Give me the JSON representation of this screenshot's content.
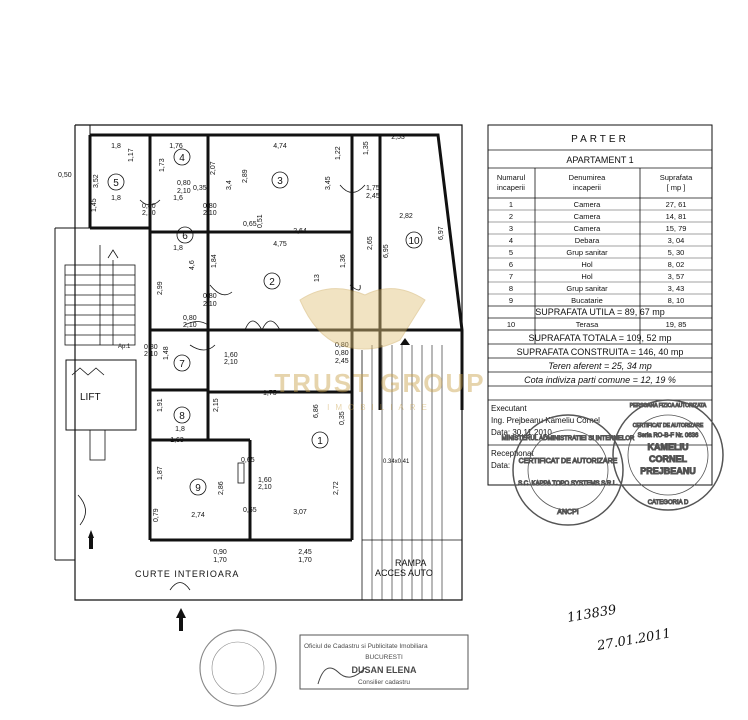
{
  "table": {
    "floor": "PARTER",
    "apartment": "APARTAMENT 1",
    "headers": [
      "Numarul incaperii",
      "Denumirea incaperii",
      "Suprafata [ mp ]"
    ],
    "header_lines": [
      [
        "Numarul",
        "incaperii"
      ],
      [
        "Denumirea",
        "incaperii"
      ],
      [
        "Suprafata",
        "[ mp ]"
      ]
    ],
    "rows": [
      {
        "nr": "1",
        "name": "Camera",
        "area": "27, 61"
      },
      {
        "nr": "2",
        "name": "Camera",
        "area": "14, 81"
      },
      {
        "nr": "3",
        "name": "Camera",
        "area": "15, 79"
      },
      {
        "nr": "4",
        "name": "Debara",
        "area": "3, 04"
      },
      {
        "nr": "5",
        "name": "Grup sanitar",
        "area": "5, 30"
      },
      {
        "nr": "6",
        "name": "Hol",
        "area": "8, 02"
      },
      {
        "nr": "7",
        "name": "Hol",
        "area": "3, 57"
      },
      {
        "nr": "8",
        "name": "Grup sanitar",
        "area": "3, 43"
      },
      {
        "nr": "9",
        "name": "Bucatarie",
        "area": "8, 10"
      }
    ],
    "suprafata_utila": "SUPRAFATA UTILA = 89, 67 mp",
    "terasa": {
      "nr": "10",
      "name": "Terasa",
      "area": "19, 85"
    },
    "suprafata_totala": "SUPRAFATA TOTALA = 109, 52 mp",
    "suprafata_construita": "SUPRAFATA CONSTRUITA = 146, 40 mp",
    "teren_aferent": "Teren aferent = 25, 34 mp",
    "cota_indiviza": "Cota indiviza parti comune = 12, 19 %",
    "executant_label": "Executant",
    "executant_name": "Ing. Prejbeanu Kameliu Cornel",
    "data": "Data: 30.11.2010",
    "receptionat": "Receptionat",
    "receptionat_data": "Data:"
  },
  "plan": {
    "rooms": [
      "1",
      "2",
      "3",
      "4",
      "5",
      "6",
      "7",
      "8",
      "9",
      "10"
    ],
    "lift": "LIFT",
    "curte": "CURTE INTERIOARA",
    "rampa": "RAMPA",
    "acces_auto": "ACCES AUTO",
    "ap": "Ap.1",
    "pipe": "0.34x0.41",
    "dims": {
      "d_1_8_top": "1,8",
      "d_1_76": "1,76",
      "d_4_74": "4,74",
      "d_2_53": "2,53",
      "d_1_22": "1,22",
      "d_1_35": "1,35",
      "d_3_52": "3,52",
      "d_1_73": "1,73",
      "d_1_17": "1,17",
      "d_2_07": "2,07",
      "d_3_4": "3,4",
      "d_2_89": "2,89",
      "d_3_45": "3,45",
      "d_1_75a": "1,75",
      "d_2_45a": "2,45",
      "d_0_80a": "0,80",
      "d_2_10a": "2,10",
      "d_0_35": "0,35",
      "d_1_45": "1,45",
      "d_0_50": "0,50",
      "d_1_8b": "1,8",
      "d_1_6": "1,6",
      "d_0_80b": "0,80",
      "d_2_10b": "2,10",
      "d_0_80c": "0,80",
      "d_2_10c": "2,10",
      "d_0_65": "0,65",
      "d_0_51": "0,51",
      "d_2_64": "2,64",
      "d_2_82": "2,82",
      "d_2_65": "2,65",
      "d_6_95": "6,95",
      "d_6_97": "6,97",
      "d_4_75": "4,75",
      "d_1_8c": "1,8",
      "d_4_6": "4,6",
      "d_1_84": "1,84",
      "d_1_36": "1,36",
      "d_13": "13",
      "d_2_99": "2,99",
      "d_0_80d": "0,80",
      "d_2_10d": "2,10",
      "d_0_80e": "0,80",
      "d_2_10e": "2,10",
      "d_1_60a": "1,60",
      "d_2_10f": "2,10",
      "d_1_48": "1,48",
      "d_0_80f": "0,80",
      "d_2_10g": "2,10",
      "d_0_80g": "0,80",
      "d_2_45b": "2,45",
      "d_0_80h": "0,80",
      "d_1_75b": "1,75",
      "d_1_91": "1,91",
      "d_2_15": "2,15",
      "d_6_86": "6,86",
      "d_1_8d": "1,8",
      "d_1_63": "1,63",
      "d_0_35b": "0,35",
      "d_0_65b": "0,65",
      "d_1_87": "1,87",
      "d_2_86": "2,86",
      "d_1_60b": "1,60",
      "d_2_10h": "2,10",
      "d_2_72": "2,72",
      "d_0_79": "0,79",
      "d_2_74": "2,74",
      "d_0_65c": "0,65",
      "d_3_07": "3,07",
      "d_0_90": "0,90",
      "d_1_70a": "1,70",
      "d_2_45c": "2,45",
      "d_1_70b": "1,70"
    }
  },
  "watermark": {
    "brand": "TRUST GROUP",
    "sub": "IMOBILIARE"
  },
  "handwriting": {
    "line1": "113839",
    "line2": "27.01.2011"
  },
  "stamps": {
    "round1": [
      "MINISTERUL ADMINISTRATIEI SI INTERNELOR",
      "CERTIFICAT DE AUTORIZARE",
      "S.C. KAPPA TOPO SYSTEMS S.R.L.",
      "ANCPI"
    ],
    "round2": [
      "PERSOANA FIZICA AUTORIZATA",
      "CERTIFICAT DE AUTORIZARE",
      "Seria RO-B-F Nr. 0636",
      "KAMELIU",
      "CORNEL",
      "PREJBEANU",
      "CATEGORIA D"
    ],
    "rect": [
      "Oficiul de Cadastru si Publicitate Imobiliara",
      "BUCURESTI",
      "DUSAN ELENA",
      "Consilier cadastru"
    ]
  },
  "colors": {
    "ink": "#111111",
    "watermark": "#caa24a",
    "stamp": "#555555"
  }
}
